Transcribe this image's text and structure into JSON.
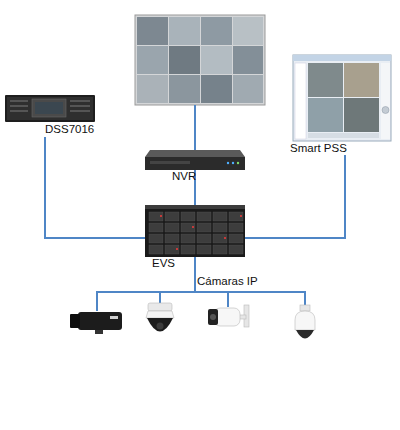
{
  "diagram": {
    "nodes": [
      {
        "text": [
          "DSS7016"
        ]
      },
      {
        "text": [
          "Smart PSS"
        ]
      },
      {
        "text": [
          "NVR"
        ]
      },
      {
        "text": [
          "EVS"
        ]
      },
      {
        "text": [
          "Cámaras IP"
        ]
      }
    ],
    "edges": [
      {
        "from": 0,
        "to": 3,
        "arrow": "none"
      },
      {
        "from": 1,
        "to": 3,
        "arrow": "none"
      },
      {
        "from": 2,
        "to": 3,
        "arrow": "none"
      },
      {
        "from": 3,
        "to": 4,
        "arrow": "none"
      }
    ]
  }
}
